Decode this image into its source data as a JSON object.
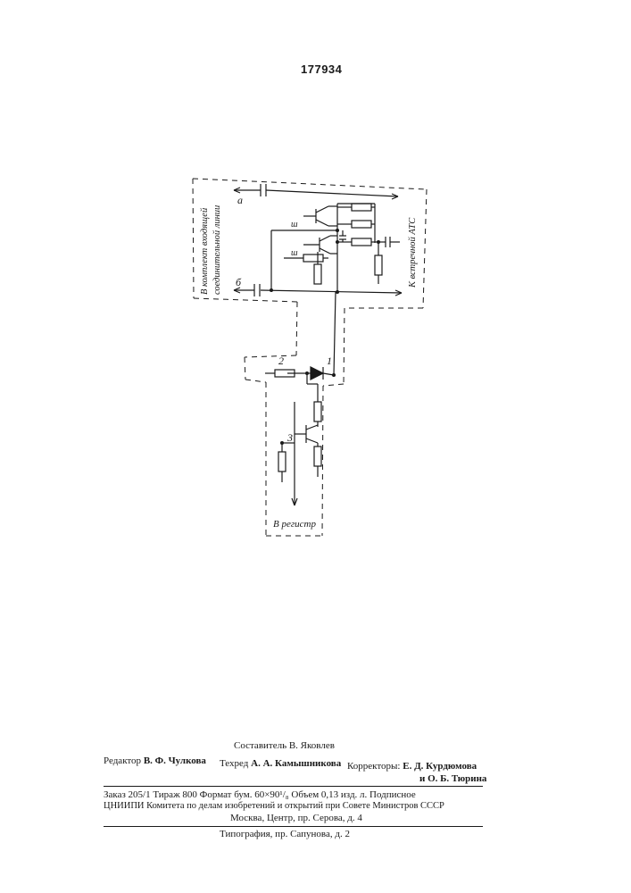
{
  "header": {
    "patent_number": "177934"
  },
  "schematic": {
    "labels": {
      "line_a": "а",
      "line_b": "б",
      "left_side_1": "В комплект входящей",
      "left_side_2": "соединительной линии",
      "right_side": "К встречной АТС",
      "diode": "1",
      "resistor": "2",
      "transistor": "3",
      "bottom": "В регистр",
      "ground_1": "ш",
      "ground_2": "ш"
    }
  },
  "footer": {
    "compiler": "Составитель В. Яковлев",
    "editor_label": "Редактор",
    "editor_name": "В. Ф. Чулкова",
    "techred_label": "Техред",
    "techred_name": "А. А. Камышникова",
    "correctors_label": "Корректоры:",
    "corrector_1": "Е. Д. Курдюмова",
    "corrector_2": "и О. Б. Тюрина",
    "order_line": "Заказ 205/1  Тираж 800  Формат бум. 60×90¹/₈  Объем 0,13 изд. л. Подписное",
    "org_line": "ЦНИИПИ Комитета по делам изобретений и открытий при Совете Министров СССР",
    "address_line": "Москва, Центр, пр. Серова, д. 4",
    "printer_line": "Типография, пр. Сапунова, д. 2"
  }
}
